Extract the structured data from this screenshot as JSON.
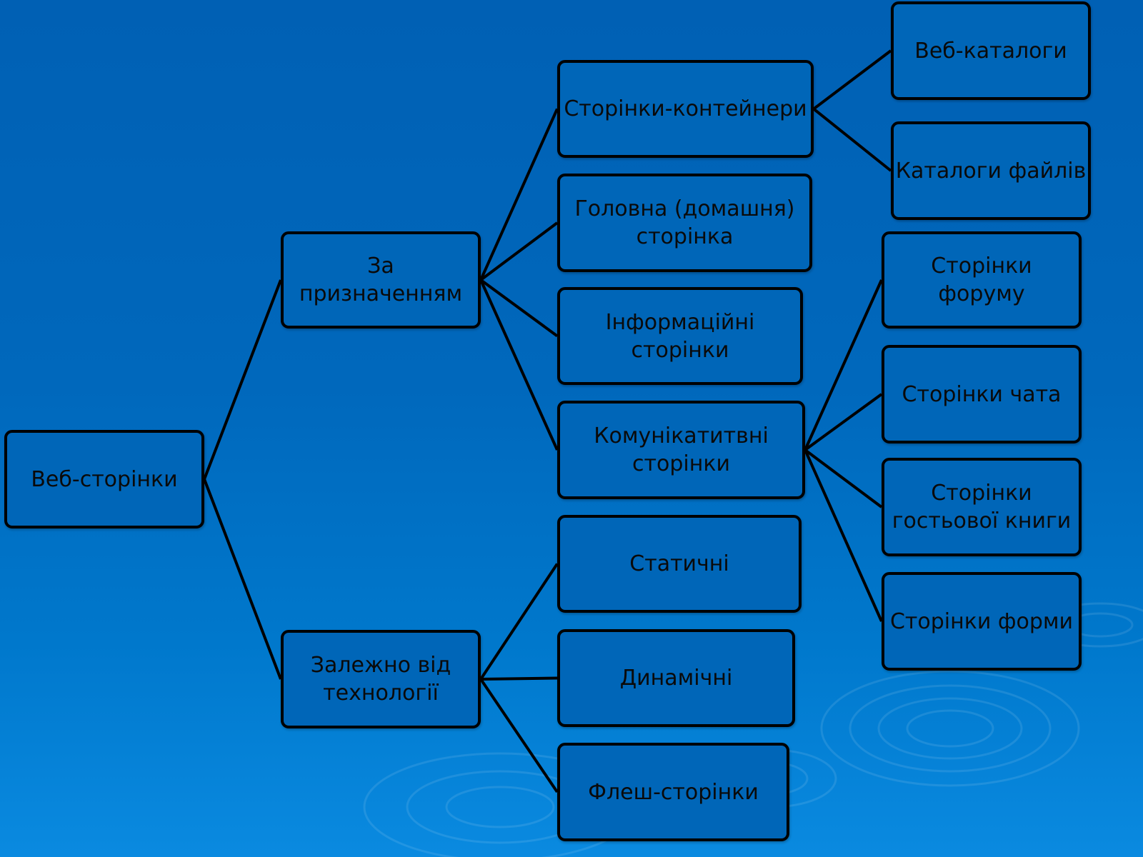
{
  "diagram": {
    "nodes": {
      "root": "Веб-сторінки",
      "by_purpose": "За\nпризначенням",
      "by_technology": "Залежно від\nтехнології",
      "containers": "Сторінки-контейнери",
      "home": "Головна (домашня)\nсторінка",
      "informational": "Інформаційні\nсторінки",
      "communicative": "Комунікатитвні\nсторінки",
      "static": "Статичні",
      "dynamic": "Динамічні",
      "flash": "Флеш-сторінки",
      "web_catalogs": "Веб-каталоги",
      "file_catalogs": "Каталоги файлів",
      "forum": "Сторінки\nфоруму",
      "chat": "Сторінки чата",
      "guestbook": "Сторінки\nгостьової книги",
      "forms": "Сторінки форми"
    },
    "edges": [
      [
        "root",
        "by_purpose"
      ],
      [
        "root",
        "by_technology"
      ],
      [
        "by_purpose",
        "containers"
      ],
      [
        "by_purpose",
        "home"
      ],
      [
        "by_purpose",
        "informational"
      ],
      [
        "by_purpose",
        "communicative"
      ],
      [
        "by_technology",
        "static"
      ],
      [
        "by_technology",
        "dynamic"
      ],
      [
        "by_technology",
        "flash"
      ],
      [
        "containers",
        "web_catalogs"
      ],
      [
        "containers",
        "file_catalogs"
      ],
      [
        "communicative",
        "forum"
      ],
      [
        "communicative",
        "chat"
      ],
      [
        "communicative",
        "guestbook"
      ],
      [
        "communicative",
        "forms"
      ]
    ]
  },
  "colors": {
    "background_top": "#0060b4",
    "background_bottom": "#0a8ae0",
    "node_fill": "#0066b8",
    "stroke": "#000000"
  }
}
